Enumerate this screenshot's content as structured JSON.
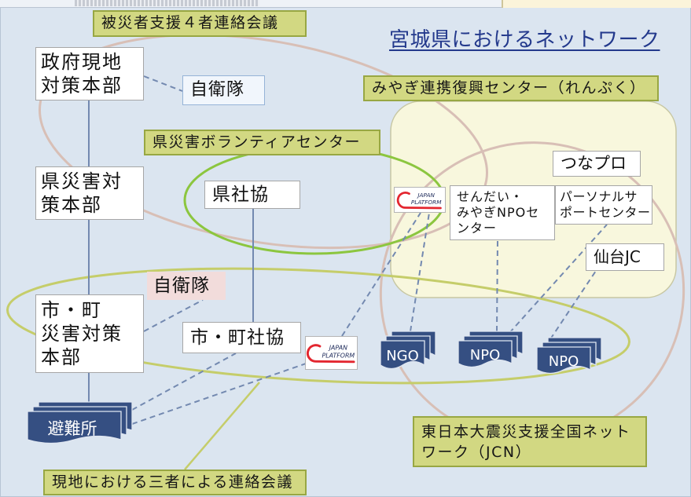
{
  "title": "宮城県におけるネットワーク",
  "labels": {
    "four_party_meeting": "被災者支援４者連絡会議",
    "renpuku": "みやぎ連携復興センター（れんぷく）",
    "volunteer_center": "県災害ボランティアセンター",
    "jcn": [
      "東日本大震災支援全国ネット",
      "ワーク（JCN）"
    ],
    "three_party_meeting": "現地における三者による連絡会議"
  },
  "nodes": {
    "gov_hq": [
      "政府現地",
      "対策本部"
    ],
    "sdf_prefecture": "自衛隊",
    "pref_hq": [
      "県災害対",
      "策本部"
    ],
    "pref_shakyo": "県社協",
    "tsunapro": "つなプロ",
    "sendai_npo_center": [
      "せんだい・",
      "みやぎNPOセ",
      "ンター"
    ],
    "personal_support_center": [
      "パーソナルサ",
      "ポートセンター"
    ],
    "sendai_jc": "仙台JC",
    "sdf_local": "自衛隊",
    "city_hq": [
      "市・町",
      "災害対策",
      "本部"
    ],
    "city_shakyo": "市・町社協",
    "ngo": "NGO",
    "npo_1": "NPO",
    "npo_2": "NPO",
    "shelter": "避難所"
  },
  "logo": {
    "line1": "JAPAN",
    "line2": "PLATFORM"
  },
  "colors": {
    "background": "#dbe5f0",
    "olive_fill": "#d2d882",
    "olive_border": "#98a743",
    "node_border": "#a6a6a6",
    "sdf_top_fill": "#f1f6fc",
    "sdf_top_border": "#95b3d7",
    "sdf_local_fill": "#f2dcdb",
    "renpuku_fill": "#f8f7dd",
    "renpuku_border": "#c7c7a3",
    "stack_fill": "#354f82",
    "connector": "#7389b0",
    "title": "#23398c",
    "four_party_ring": "#d8bfb6",
    "jcn_ring": "#d8bfb6",
    "volunteer_ring": "#8cc63f",
    "three_party_ring": "#c5cd6a",
    "logo_mark": "#e3262f",
    "logo_text": "#1d2a5a"
  }
}
